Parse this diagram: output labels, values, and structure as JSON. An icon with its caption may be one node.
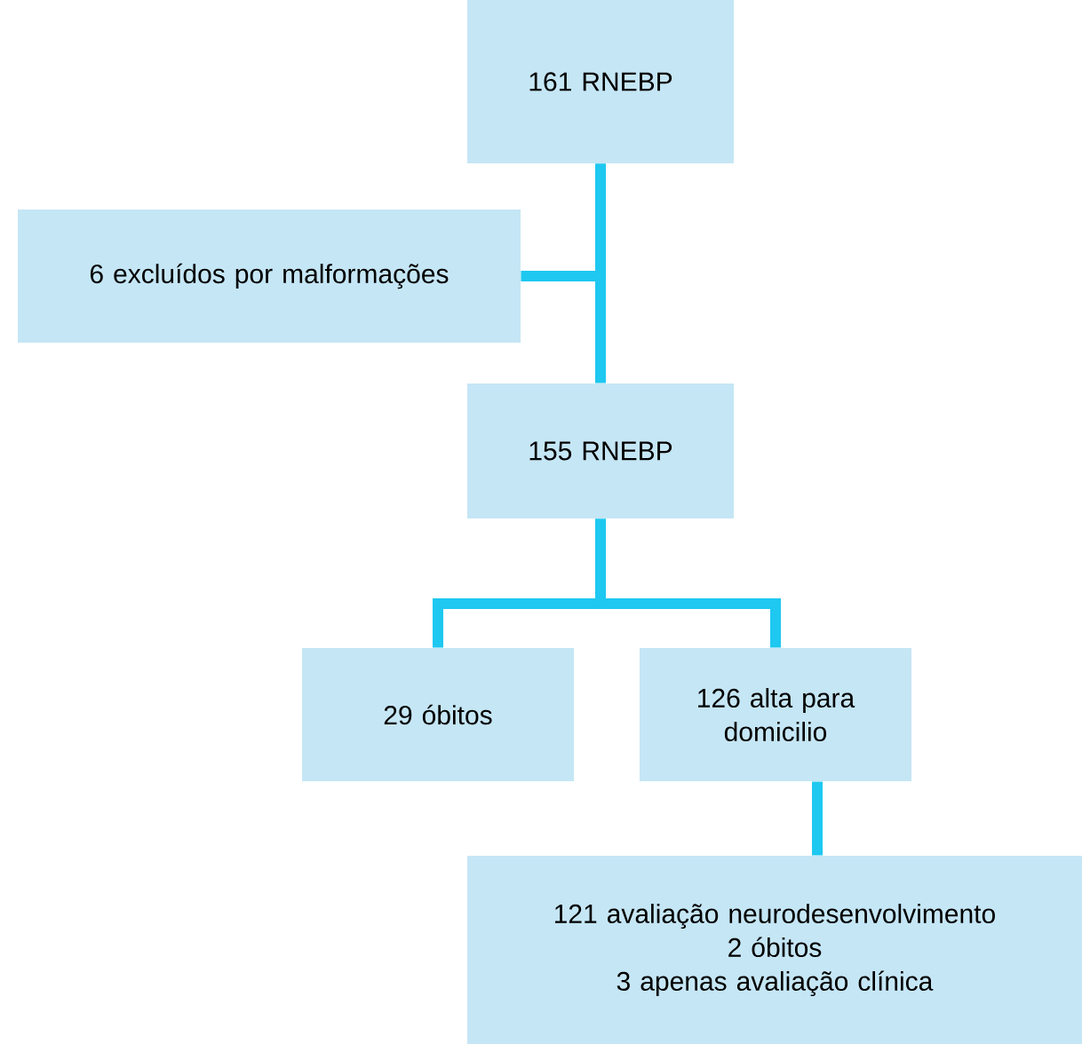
{
  "diagram": {
    "nodes": [
      {
        "text": [
          "161 RNEBP"
        ]
      },
      {
        "text": [
          "6 excluídos por malformações"
        ]
      },
      {
        "text": [
          "155 RNEBP"
        ]
      },
      {
        "text": [
          "29 óbitos"
        ]
      },
      {
        "text": [
          "126 alta para domicilio"
        ]
      },
      {
        "text": [
          "121 avaliação neurodesenvolvimento",
          "2 óbitos",
          "3 apenas avaliação clínica"
        ]
      }
    ],
    "edges": [
      {
        "from": 0,
        "to": 2,
        "arrow": "none"
      },
      {
        "from": 0,
        "to": 1,
        "arrow": "none"
      },
      {
        "from": 2,
        "to": 3,
        "arrow": "none"
      },
      {
        "from": 2,
        "to": 4,
        "arrow": "none"
      },
      {
        "from": 4,
        "to": 5,
        "arrow": "none"
      }
    ]
  }
}
